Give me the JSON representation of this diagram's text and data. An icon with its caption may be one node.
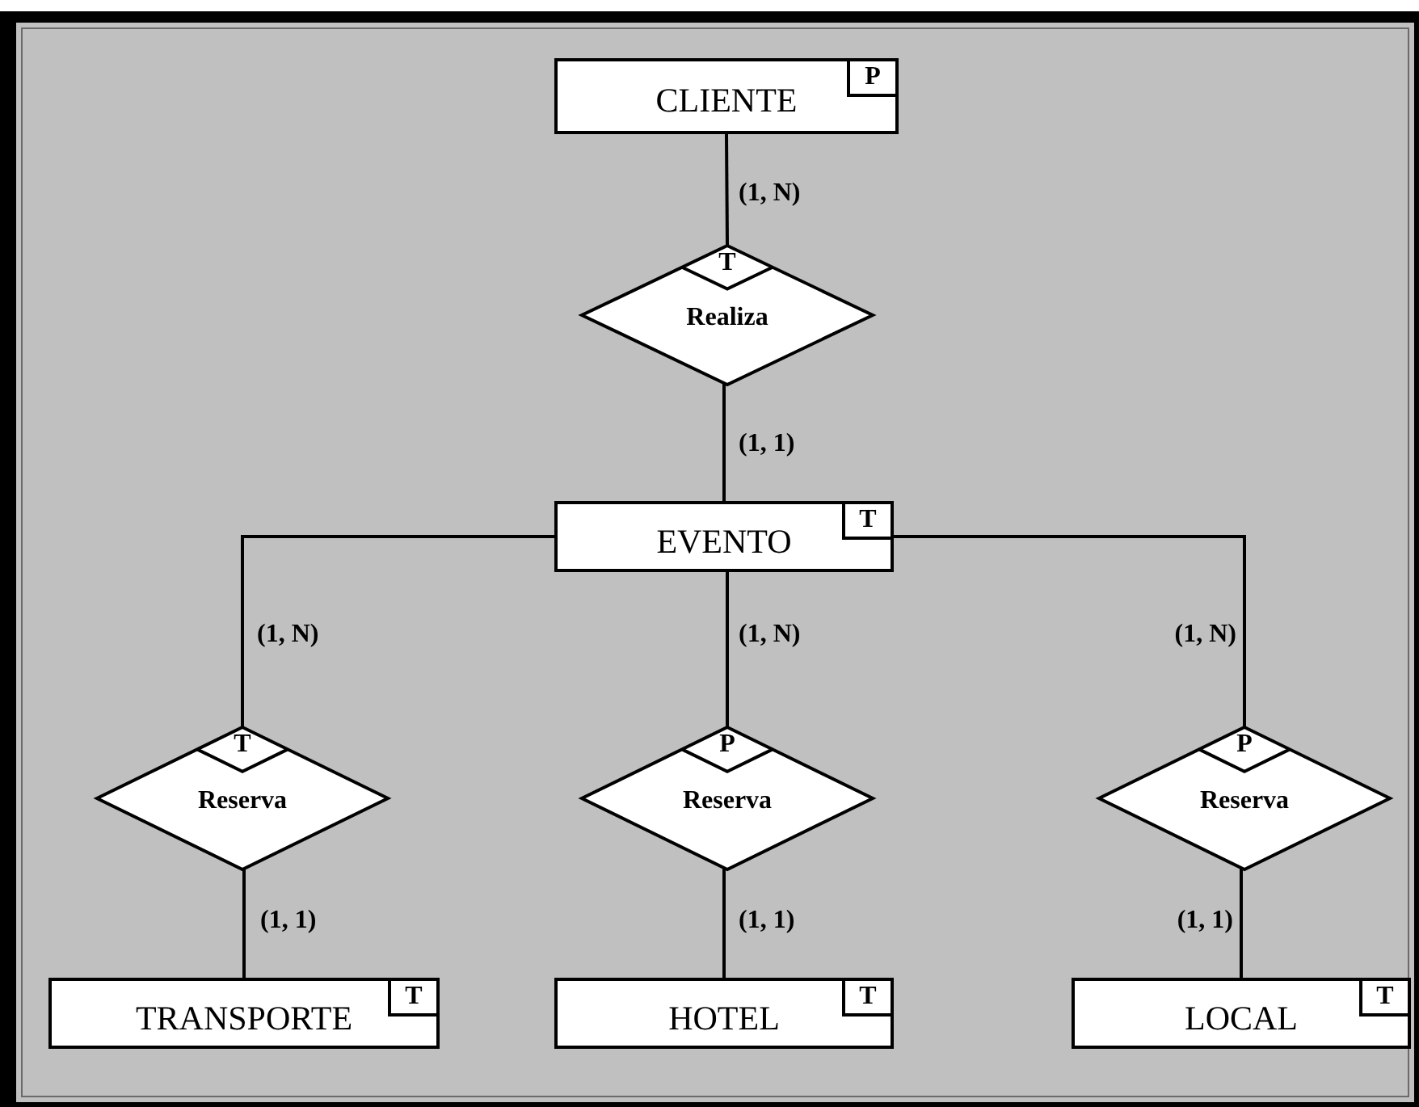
{
  "diagram": {
    "nodes": [
      {
        "text": [
          "CLIENTE",
          "P"
        ]
      },
      {
        "text": [
          "T",
          "Realiza"
        ]
      },
      {
        "text": [
          "EVENTO",
          "T"
        ]
      },
      {
        "text": [
          "T",
          "Reserva"
        ]
      },
      {
        "text": [
          "P",
          "Reserva"
        ]
      },
      {
        "text": [
          "P",
          "Reserva"
        ]
      },
      {
        "text": [
          "TRANSPORTE",
          "T"
        ]
      },
      {
        "text": [
          "HOTEL",
          "T"
        ]
      },
      {
        "text": [
          "LOCAL",
          "T"
        ]
      }
    ],
    "edges": [
      {
        "from": 0,
        "to": 1,
        "arrow": "none",
        "label": "(1, N)"
      },
      {
        "from": 1,
        "to": 2,
        "arrow": "none",
        "label": "(1, 1)"
      },
      {
        "from": 2,
        "to": 3,
        "arrow": "none",
        "label": "(1, N)"
      },
      {
        "from": 2,
        "to": 4,
        "arrow": "none",
        "label": "(1, N)"
      },
      {
        "from": 2,
        "to": 5,
        "arrow": "none",
        "label": "(1, N)"
      },
      {
        "from": 3,
        "to": 6,
        "arrow": "none",
        "label": "(1, 1)"
      },
      {
        "from": 4,
        "to": 7,
        "arrow": "none",
        "label": "(1, 1)"
      },
      {
        "from": 5,
        "to": 8,
        "arrow": "none",
        "label": "(1, 1)"
      }
    ]
  }
}
